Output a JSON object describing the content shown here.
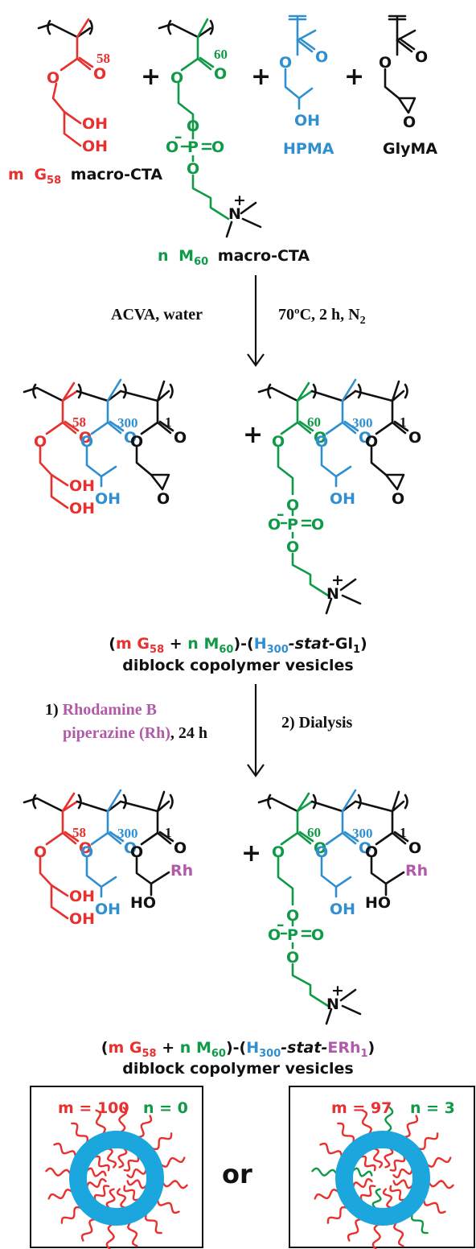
{
  "colors": {
    "gmg": "#e8312f",
    "mpc": "#0f9a48",
    "hpma": "#2f8fd0",
    "gly": "#111111",
    "rh": "#b15aa8",
    "vesicle": "#1ba7de"
  },
  "monomers": {
    "g_dp": "58",
    "m_dp": "60",
    "hpma_label": "HPMA",
    "glyma_label": "GlyMA",
    "g_caption": {
      "m": "m",
      "g": "G",
      "sub": "58",
      "rest": "macro-CTA"
    },
    "m_caption": {
      "n": "n",
      "m": "M",
      "sub": "60",
      "rest": "macro-CTA"
    }
  },
  "atoms": {
    "O": "O",
    "OH": "OH",
    "HO": "HO",
    "P": "P",
    "N": "N",
    "Rh": "Rh",
    "plus": "+",
    "minus": "–",
    "charge_plus": "+"
  },
  "step1": {
    "left": "ACVA, water",
    "right": "70ºC, 2 h, N",
    "right_sub": "2"
  },
  "step2": {
    "line1_num": "1)",
    "line1_name": "Rhodamine B",
    "line2_name": "piperazine (Rh)",
    "line2_rest": ", 24 h",
    "right": "2) Dialysis"
  },
  "block_dp": {
    "g": "58",
    "m": "60",
    "h": "300",
    "gly": "1"
  },
  "product1": {
    "open": "(",
    "m": "m",
    "g": "G",
    "g_sub": "58",
    "plus": "+",
    "n": "n",
    "M": "M",
    "m_sub": "60",
    "mid": ")-(",
    "H": "H",
    "h_sub": "300",
    "stat": "-stat-",
    "Gl": "Gl",
    "gl_sub": "1",
    "close": ")",
    "line2": "diblock copolymer vesicles"
  },
  "product2": {
    "open": "(",
    "m": "m",
    "g": "G",
    "g_sub": "58",
    "plus": "+",
    "n": "n",
    "M": "M",
    "m_sub": "60",
    "mid": ")-(",
    "H": "H",
    "h_sub": "300",
    "stat": "-stat-",
    "ERh": "ERh",
    "erh_sub": "1",
    "close": ")",
    "line2": "diblock copolymer vesicles"
  },
  "vesicles": {
    "left_m": "m = 100",
    "left_n": "n = 0",
    "or": "or",
    "right_m": "m = 97",
    "right_n": "n = 3"
  }
}
